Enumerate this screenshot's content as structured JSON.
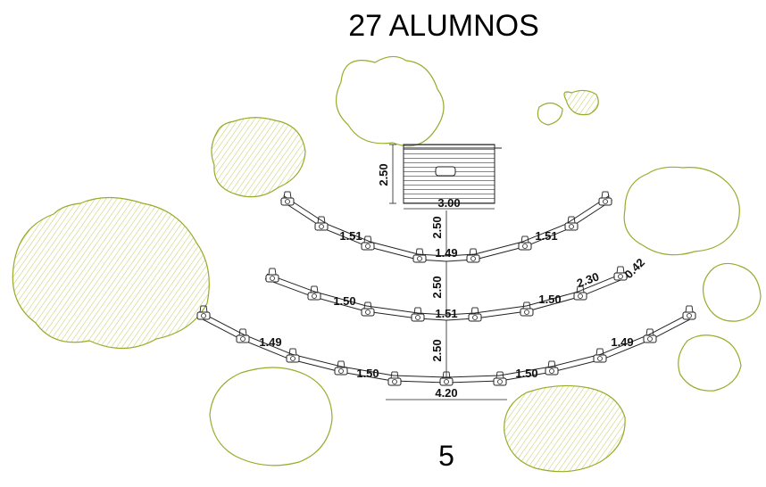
{
  "title": "27 ALUMNOS",
  "page_number": "5",
  "colors": {
    "tree_outline": "#9aaa2a",
    "tree_hatch": "#c2cc60",
    "ink": "#111111"
  },
  "stage": {
    "height_label": "2.50",
    "width_label": "3.00"
  },
  "row_spacing": [
    "2.50",
    "2.50",
    "2.50"
  ],
  "rows": [
    {
      "left_label": "1.51",
      "center_label": "1.49",
      "right_label": "1.51"
    },
    {
      "left_label": "1.50",
      "center_label": "1.51",
      "right_label": "1.50",
      "extra_labels": [
        "2.30",
        "0.42"
      ]
    },
    {
      "outer_left_label": "1.49",
      "left_label": "1.50",
      "right_label": "1.50",
      "outer_right_label": "1.49",
      "width_label": "4.20"
    }
  ]
}
